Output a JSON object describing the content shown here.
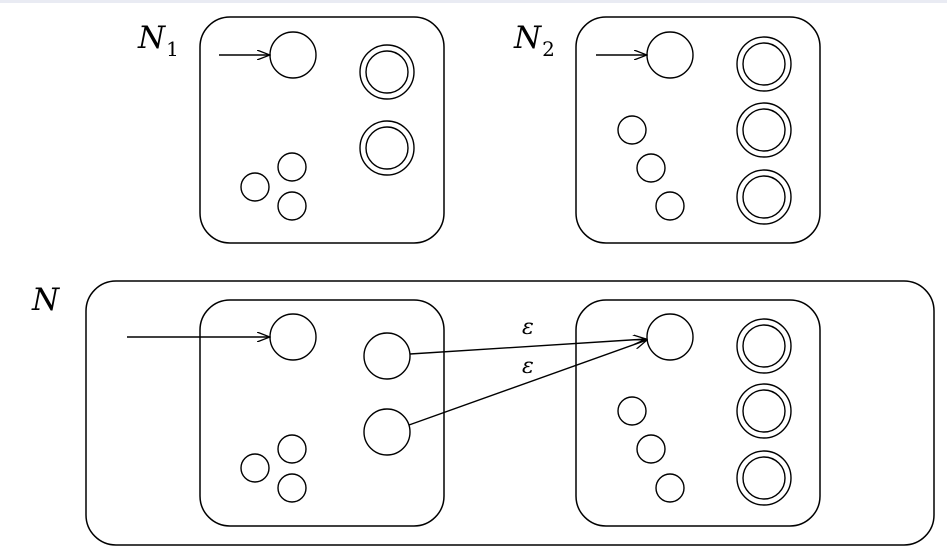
{
  "labels": {
    "n1": {
      "main": "N",
      "sub": "1"
    },
    "n2": {
      "main": "N",
      "sub": "2"
    },
    "n": {
      "main": "N"
    }
  },
  "edge_labels": {
    "eps1": "ε",
    "eps2": "ε"
  },
  "colors": {
    "stroke": "#000000",
    "background": "#ffffff",
    "top_rule": "#e9ebf3"
  }
}
